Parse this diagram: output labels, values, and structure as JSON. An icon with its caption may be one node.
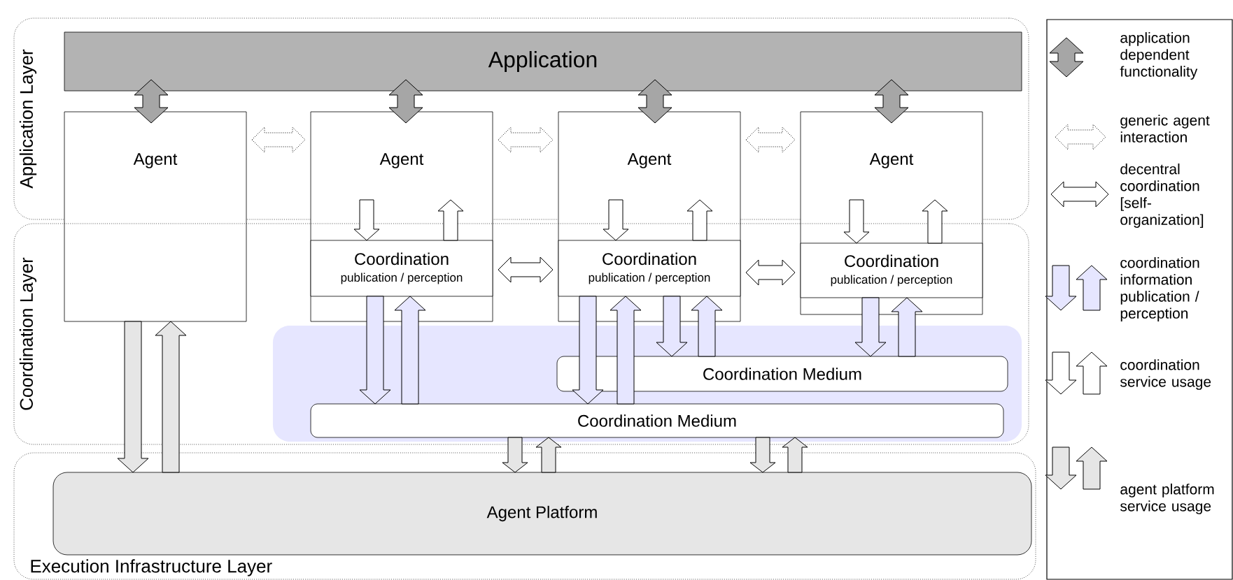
{
  "diagram": {
    "nodes": [
      {
        "text": [
          "Application Layer"
        ]
      },
      {
        "text": [
          "Application"
        ],
        "in": 0
      },
      {
        "text": [
          "Agent"
        ]
      },
      {
        "text": [
          "Agent"
        ]
      },
      {
        "text": [
          "Coordination",
          "publication / perception"
        ]
      },
      {
        "text": [
          "Agent"
        ]
      },
      {
        "text": [
          "Coordination",
          "publication / perception"
        ]
      },
      {
        "text": [
          "Agent"
        ]
      },
      {
        "text": [
          "Coordination",
          "publication / perception"
        ]
      },
      {
        "text": [
          "Coordination Layer"
        ]
      },
      {
        "text": [],
        "shape": "box",
        "in": 9
      },
      {
        "text": [
          "Coordination Medium"
        ],
        "in": 10
      },
      {
        "text": [
          "Coordination Medium"
        ],
        "in": 10
      },
      {
        "text": [
          "Execution Infrastructure Layer"
        ]
      },
      {
        "text": [
          "Agent Platform"
        ],
        "in": 13
      }
    ],
    "edges": [
      {
        "from": 1,
        "to": 2,
        "arrow": "both",
        "color": "#a6a6a6"
      },
      {
        "from": 1,
        "to": 3,
        "arrow": "both",
        "color": "#a6a6a6"
      },
      {
        "from": 1,
        "to": 5,
        "arrow": "both",
        "color": "#a6a6a6"
      },
      {
        "from": 1,
        "to": 7,
        "arrow": "both",
        "color": "#a6a6a6"
      },
      {
        "from": 2,
        "to": 3,
        "arrow": "both",
        "style": "dashed",
        "color": "#ffffff"
      },
      {
        "from": 3,
        "to": 5,
        "arrow": "both",
        "style": "dashed",
        "color": "#ffffff"
      },
      {
        "from": 5,
        "to": 7,
        "arrow": "both",
        "style": "dashed",
        "color": "#ffffff"
      },
      {
        "from": 4,
        "to": 6,
        "arrow": "both",
        "color": "#ffffff"
      },
      {
        "from": 6,
        "to": 8,
        "arrow": "both",
        "color": "#ffffff"
      },
      {
        "from": 3,
        "to": 4,
        "arrow": "to",
        "color": "#ffffff"
      },
      {
        "from": 4,
        "to": 3,
        "arrow": "to",
        "color": "#ffffff"
      },
      {
        "from": 5,
        "to": 6,
        "arrow": "to",
        "color": "#ffffff"
      },
      {
        "from": 6,
        "to": 5,
        "arrow": "to",
        "color": "#ffffff"
      },
      {
        "from": 7,
        "to": 8,
        "arrow": "to",
        "color": "#ffffff"
      },
      {
        "from": 8,
        "to": 7,
        "arrow": "to",
        "color": "#ffffff"
      },
      {
        "from": 4,
        "to": 12,
        "arrow": "to",
        "color": "#e6e6ff"
      },
      {
        "from": 12,
        "to": 4,
        "arrow": "to",
        "color": "#e6e6ff"
      },
      {
        "from": 6,
        "to": 12,
        "arrow": "to",
        "color": "#e6e6ff"
      },
      {
        "from": 12,
        "to": 6,
        "arrow": "to",
        "color": "#e6e6ff"
      },
      {
        "from": 6,
        "to": 11,
        "arrow": "to",
        "color": "#e6e6ff"
      },
      {
        "from": 11,
        "to": 6,
        "arrow": "to",
        "color": "#e6e6ff"
      },
      {
        "from": 8,
        "to": 11,
        "arrow": "to",
        "color": "#e6e6ff"
      },
      {
        "from": 11,
        "to": 8,
        "arrow": "to",
        "color": "#e6e6ff"
      },
      {
        "from": 2,
        "to": 14,
        "arrow": "to",
        "color": "#e6e6e6"
      },
      {
        "from": 14,
        "to": 2,
        "arrow": "to",
        "color": "#e6e6e6"
      },
      {
        "from": 12,
        "to": 14,
        "arrow": "to",
        "color": "#e6e6e6"
      },
      {
        "from": 14,
        "to": 12,
        "arrow": "to",
        "color": "#e6e6e6"
      },
      {
        "from": 12,
        "to": 14,
        "arrow": "to",
        "color": "#e6e6e6"
      },
      {
        "from": 14,
        "to": 12,
        "arrow": "to",
        "color": "#e6e6e6"
      }
    ],
    "legend": [
      {
        "text": "application dependent functionality"
      },
      {
        "text": "generic agent interaction"
      },
      {
        "text": "decentral coordination [self-organization]"
      },
      {
        "text": "coordination information publication / perception"
      },
      {
        "text": "coordination service usage"
      },
      {
        "text": "agent platform service usage"
      }
    ]
  }
}
